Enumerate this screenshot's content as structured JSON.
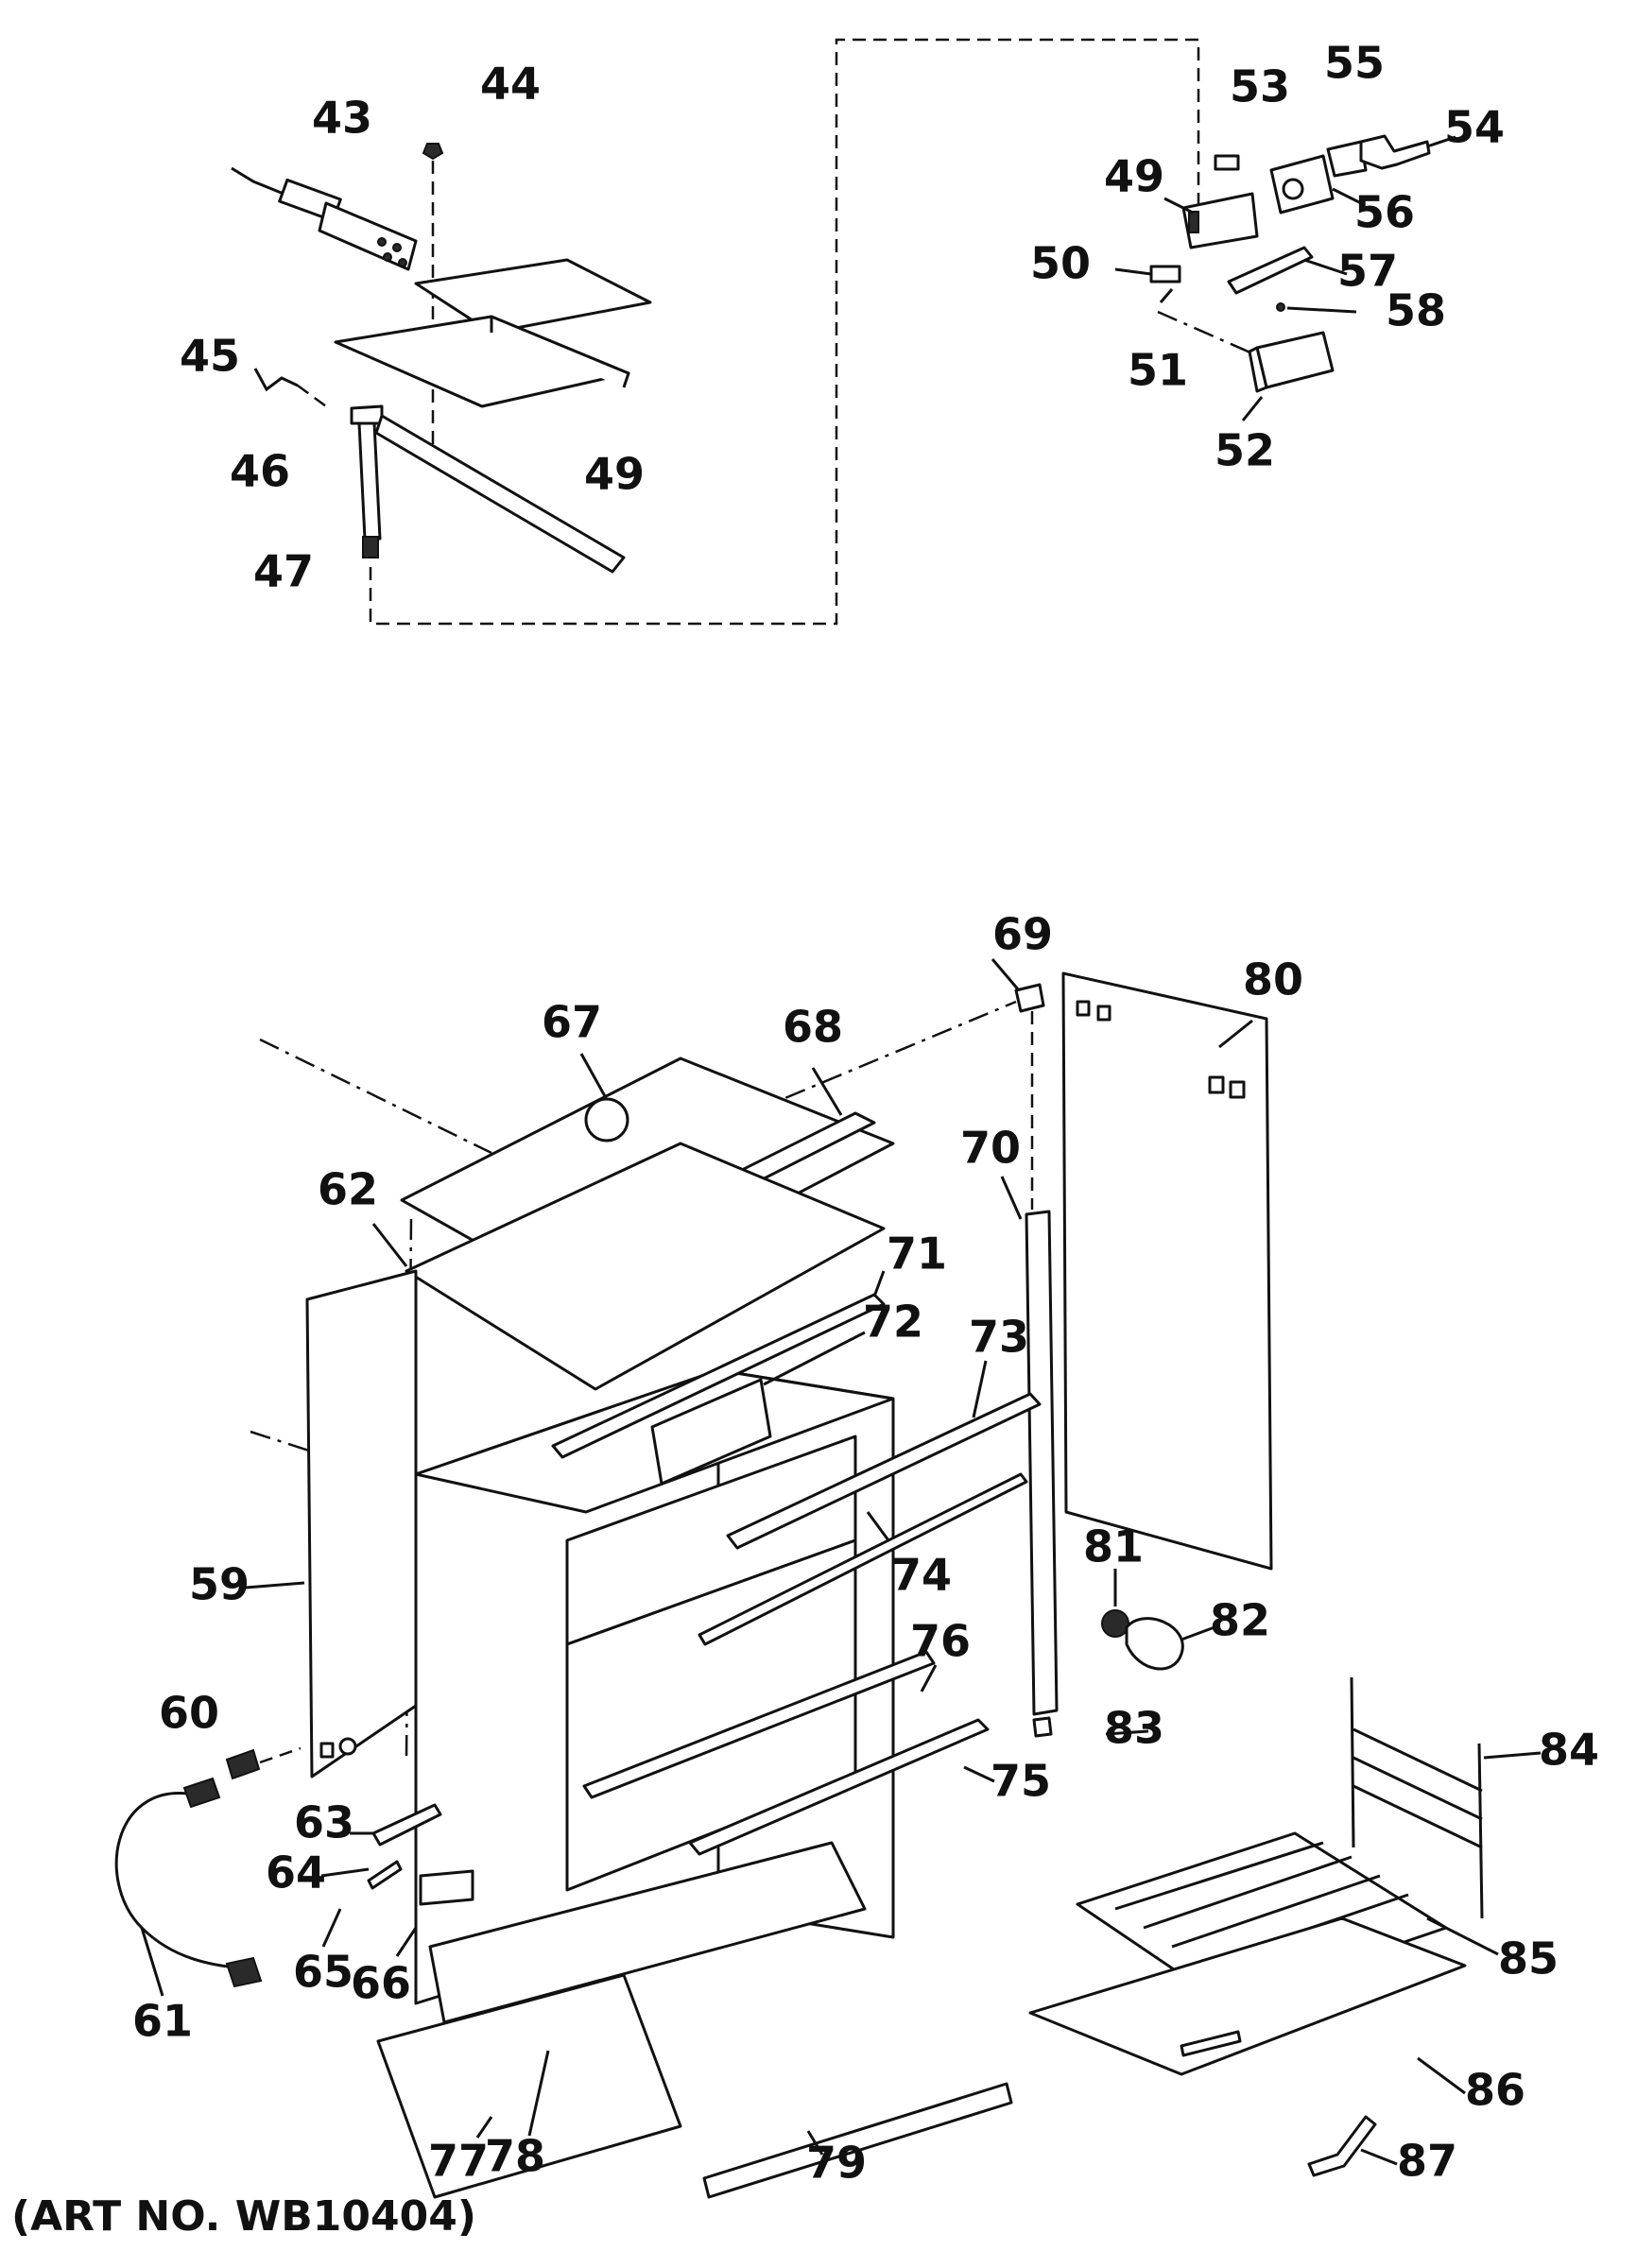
{
  "art_number": "(ART NO. WB10404)",
  "callouts": {
    "c43": "43",
    "c44": "44",
    "c45": "45",
    "c46": "46",
    "c47": "47",
    "c49a": "49",
    "c49b": "49",
    "c50": "50",
    "c51": "51",
    "c52": "52",
    "c53": "53",
    "c54": "54",
    "c55": "55",
    "c56": "56",
    "c57": "57",
    "c58": "58",
    "c59": "59",
    "c60": "60",
    "c61": "61",
    "c62": "62",
    "c63": "63",
    "c64": "64",
    "c65": "65",
    "c66": "66",
    "c67": "67",
    "c68": "68",
    "c69": "69",
    "c70": "70",
    "c71": "71",
    "c72": "72",
    "c73": "73",
    "c74": "74",
    "c75": "75",
    "c76": "76",
    "c77": "77",
    "c78": "78",
    "c79": "79",
    "c80": "80",
    "c81": "81",
    "c82": "82",
    "c83": "83",
    "c84": "84",
    "c85": "85",
    "c86": "86",
    "c87": "87"
  }
}
